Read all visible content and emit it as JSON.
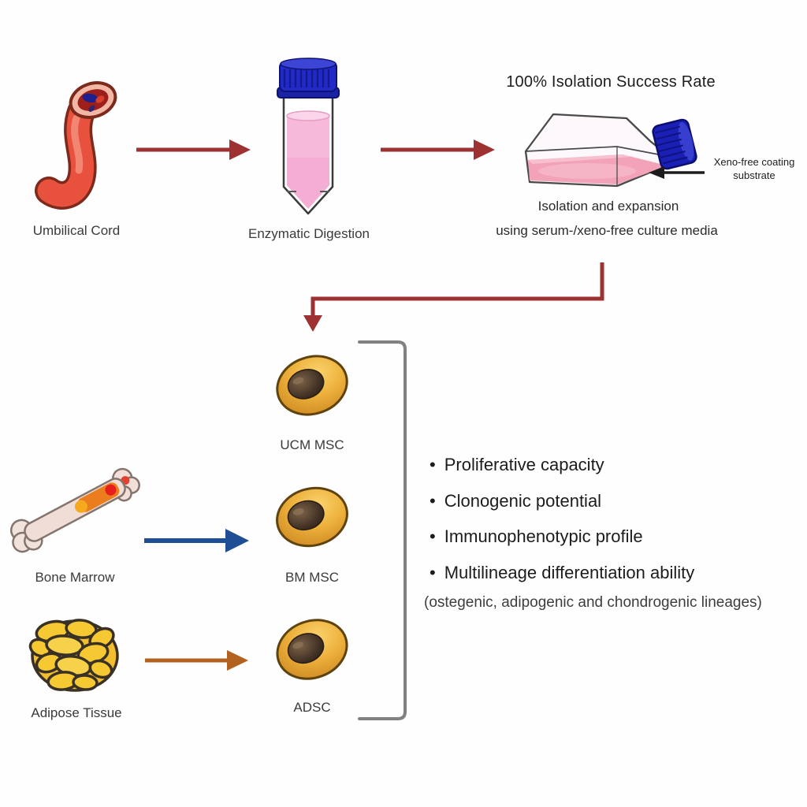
{
  "workflow": {
    "umbilical_cord_label": "Umbilical Cord",
    "enzymatic_digestion_label": "Enzymatic Digestion",
    "success_rate_title": "100% Isolation Success Rate",
    "xeno_annotation_line1": "Xeno-free coating",
    "xeno_annotation_line2": "substrate",
    "isolation_caption_line1": "Isolation and expansion",
    "isolation_caption_line2": "using serum-/xeno-free culture media"
  },
  "sources": {
    "bone_marrow_label": "Bone Marrow",
    "adipose_tissue_label": "Adipose Tissue"
  },
  "cells": {
    "ucm_label": "UCM MSC",
    "bm_label": "BM MSC",
    "adsc_label": "ADSC"
  },
  "properties": {
    "bullet": "•",
    "items": [
      "Proliferative capacity",
      "Clonogenic potential",
      "Immunophenotypic profile",
      "Multilineage differentiation ability"
    ],
    "subnote": "(ostegenic, adipogenic and chondrogenic lineages)"
  },
  "colors": {
    "workflow_arrow": "#9e3132",
    "bone_marrow_arrow": "#1f4e94",
    "adipose_arrow": "#b2611f",
    "annotation_arrow": "#1c1c1c",
    "bracket": "#818181",
    "cap_blue": "#1c22b8",
    "media_pink": "#f2a6bd",
    "cell_gold": "#e2a62e"
  }
}
